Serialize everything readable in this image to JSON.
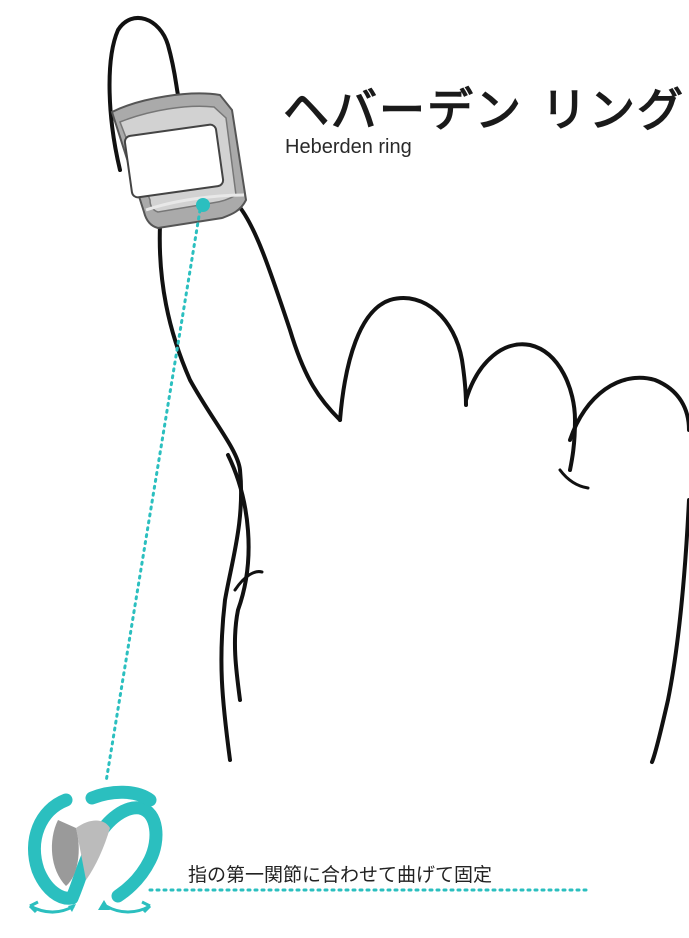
{
  "title": "ヘバーデン リング",
  "subtitle": "Heberden ring",
  "caption": "指の第一関節に合わせて曲げて固定",
  "colors": {
    "accent": "#2bbfbf",
    "outline": "#111111",
    "ring_silver": "#b8b8b8",
    "ring_gray": "#9a9a9a"
  },
  "icons": [
    "hand-illustration",
    "ring-photo",
    "bend-diagram-icon",
    "arrow-icons"
  ]
}
